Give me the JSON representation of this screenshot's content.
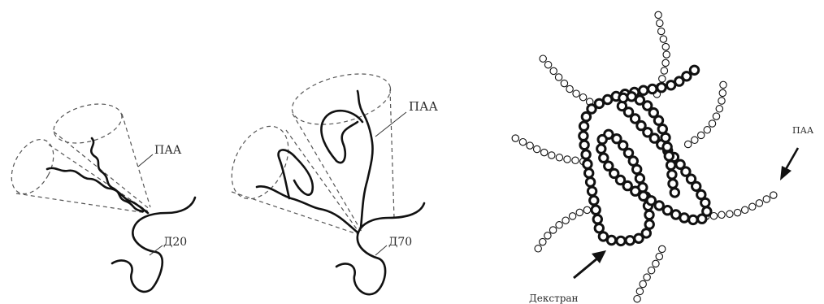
{
  "labels": {
    "paa_left": "ПАА",
    "d20": "Д20",
    "paa_middle": "ПАА",
    "d70": "Д70",
    "paa_right": "ПАА",
    "dextran": "Декстран"
  }
}
